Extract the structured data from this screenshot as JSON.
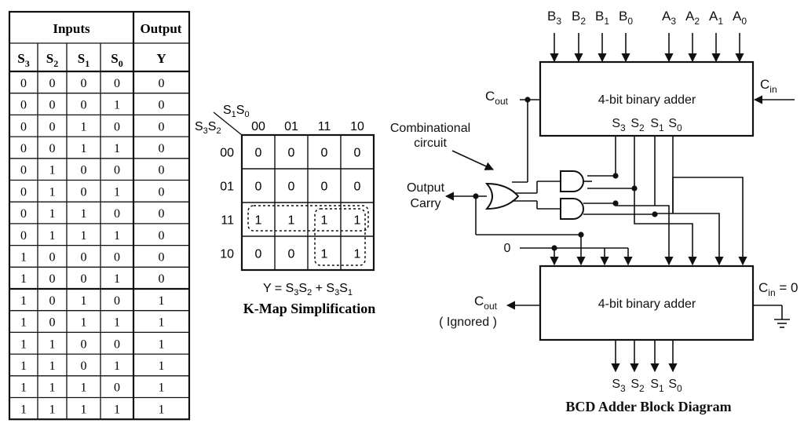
{
  "truth_table": {
    "group_inputs": "Inputs",
    "group_output": "Output",
    "headers": [
      {
        "base": "S",
        "sub": "3"
      },
      {
        "base": "S",
        "sub": "2"
      },
      {
        "base": "S",
        "sub": "1"
      },
      {
        "base": "S",
        "sub": "0"
      },
      {
        "base": "Y",
        "sub": ""
      }
    ],
    "rows": [
      [
        "0",
        "0",
        "0",
        "0",
        "0"
      ],
      [
        "0",
        "0",
        "0",
        "1",
        "0"
      ],
      [
        "0",
        "0",
        "1",
        "0",
        "0"
      ],
      [
        "0",
        "0",
        "1",
        "1",
        "0"
      ],
      [
        "0",
        "1",
        "0",
        "0",
        "0"
      ],
      [
        "0",
        "1",
        "0",
        "1",
        "0"
      ],
      [
        "0",
        "1",
        "1",
        "0",
        "0"
      ],
      [
        "0",
        "1",
        "1",
        "1",
        "0"
      ],
      [
        "1",
        "0",
        "0",
        "0",
        "0"
      ],
      [
        "1",
        "0",
        "0",
        "1",
        "0"
      ],
      [
        "1",
        "0",
        "1",
        "0",
        "1"
      ],
      [
        "1",
        "0",
        "1",
        "1",
        "1"
      ],
      [
        "1",
        "1",
        "0",
        "0",
        "1"
      ],
      [
        "1",
        "1",
        "0",
        "1",
        "1"
      ],
      [
        "1",
        "1",
        "1",
        "0",
        "1"
      ],
      [
        "1",
        "1",
        "1",
        "1",
        "1"
      ]
    ]
  },
  "kmap": {
    "col_var": {
      "a": "S",
      "a_sub": "1",
      "b": "S",
      "b_sub": "0"
    },
    "row_var": {
      "a": "S",
      "a_sub": "3",
      "b": "S",
      "b_sub": "2"
    },
    "col_labels": [
      "00",
      "01",
      "11",
      "10"
    ],
    "row_labels": [
      "00",
      "01",
      "11",
      "10"
    ],
    "cells": [
      [
        "0",
        "0",
        "0",
        "0"
      ],
      [
        "0",
        "0",
        "0",
        "0"
      ],
      [
        "1",
        "1",
        "1",
        "1"
      ],
      [
        "0",
        "0",
        "1",
        "1"
      ]
    ],
    "equation": {
      "lhs": "Y = ",
      "t1a": "S",
      "t1a_sub": "3",
      "t1b": "S",
      "t1b_sub": "2",
      "plus": " + ",
      "t2a": "S",
      "t2a_sub": "3",
      "t2b": "S",
      "t2b_sub": "1"
    },
    "caption": "K-Map Simplification"
  },
  "diagram": {
    "b_inputs": [
      {
        "base": "B",
        "sub": "3"
      },
      {
        "base": "B",
        "sub": "2"
      },
      {
        "base": "B",
        "sub": "1"
      },
      {
        "base": "B",
        "sub": "0"
      }
    ],
    "a_inputs": [
      {
        "base": "A",
        "sub": "3"
      },
      {
        "base": "A",
        "sub": "2"
      },
      {
        "base": "A",
        "sub": "1"
      },
      {
        "base": "A",
        "sub": "0"
      }
    ],
    "adder_top": "4-bit binary adder",
    "adder_bottom": "4-bit binary adder",
    "cin_top": {
      "base": "C",
      "sub": "in"
    },
    "cout_top": {
      "base": "C",
      "sub": "out"
    },
    "top_outputs": [
      {
        "base": "S",
        "sub": "3"
      },
      {
        "base": "S",
        "sub": "2"
      },
      {
        "base": "S",
        "sub": "1"
      },
      {
        "base": "S",
        "sub": "0"
      }
    ],
    "combinational_label": [
      "Combinational",
      "circuit"
    ],
    "output_carry_label": [
      "Output",
      "Carry"
    ],
    "zero_label": "0",
    "cin_bottom": {
      "base": "C",
      "sub": "in",
      "suffix": " = 0"
    },
    "cout_bottom": {
      "base": "C",
      "sub": "out"
    },
    "ignored_label": "( Ignored )",
    "final_outputs": [
      {
        "base": "S",
        "sub": "3"
      },
      {
        "base": "S",
        "sub": "2"
      },
      {
        "base": "S",
        "sub": "1"
      },
      {
        "base": "S",
        "sub": "0"
      }
    ],
    "caption": "BCD Adder Block Diagram"
  }
}
